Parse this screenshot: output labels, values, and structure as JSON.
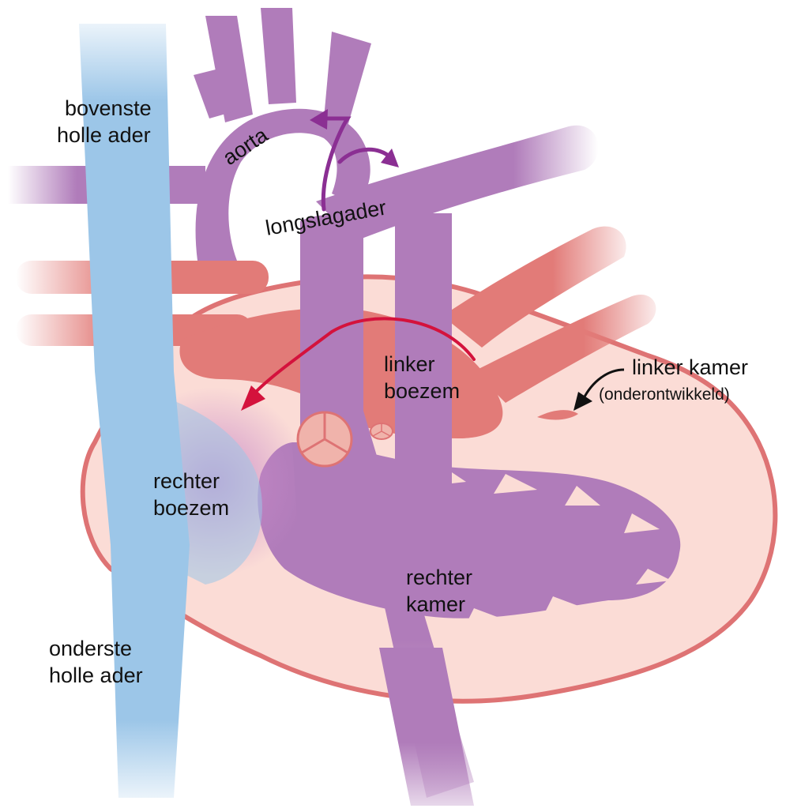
{
  "labels": {
    "svc_line1": "bovenste",
    "svc_line2": "holle ader",
    "aorta": "aorta",
    "pulmonary_artery": "longslagader",
    "left_atrium_line1": "linker",
    "left_atrium_line2": "boezem",
    "left_ventricle": "linker kamer",
    "left_ventricle_note": "(onderontwikkeld)",
    "right_atrium_line1": "rechter",
    "right_atrium_line2": "boezem",
    "right_ventricle_line1": "rechter",
    "right_ventricle_line2": "kamer",
    "ivc_line1": "onderste",
    "ivc_line2": "holle ader"
  },
  "colors": {
    "oxygen_poor_vein": "#9cc6e8",
    "pulmonary_vessel": "#b07cba",
    "oxygenated_vessel": "#e27b78",
    "heart_wall": "#fbdcd6",
    "heart_outline": "#de7374",
    "flow_arrow_purple": "#8b2f93",
    "flow_arrow_red": "#d4123c"
  }
}
